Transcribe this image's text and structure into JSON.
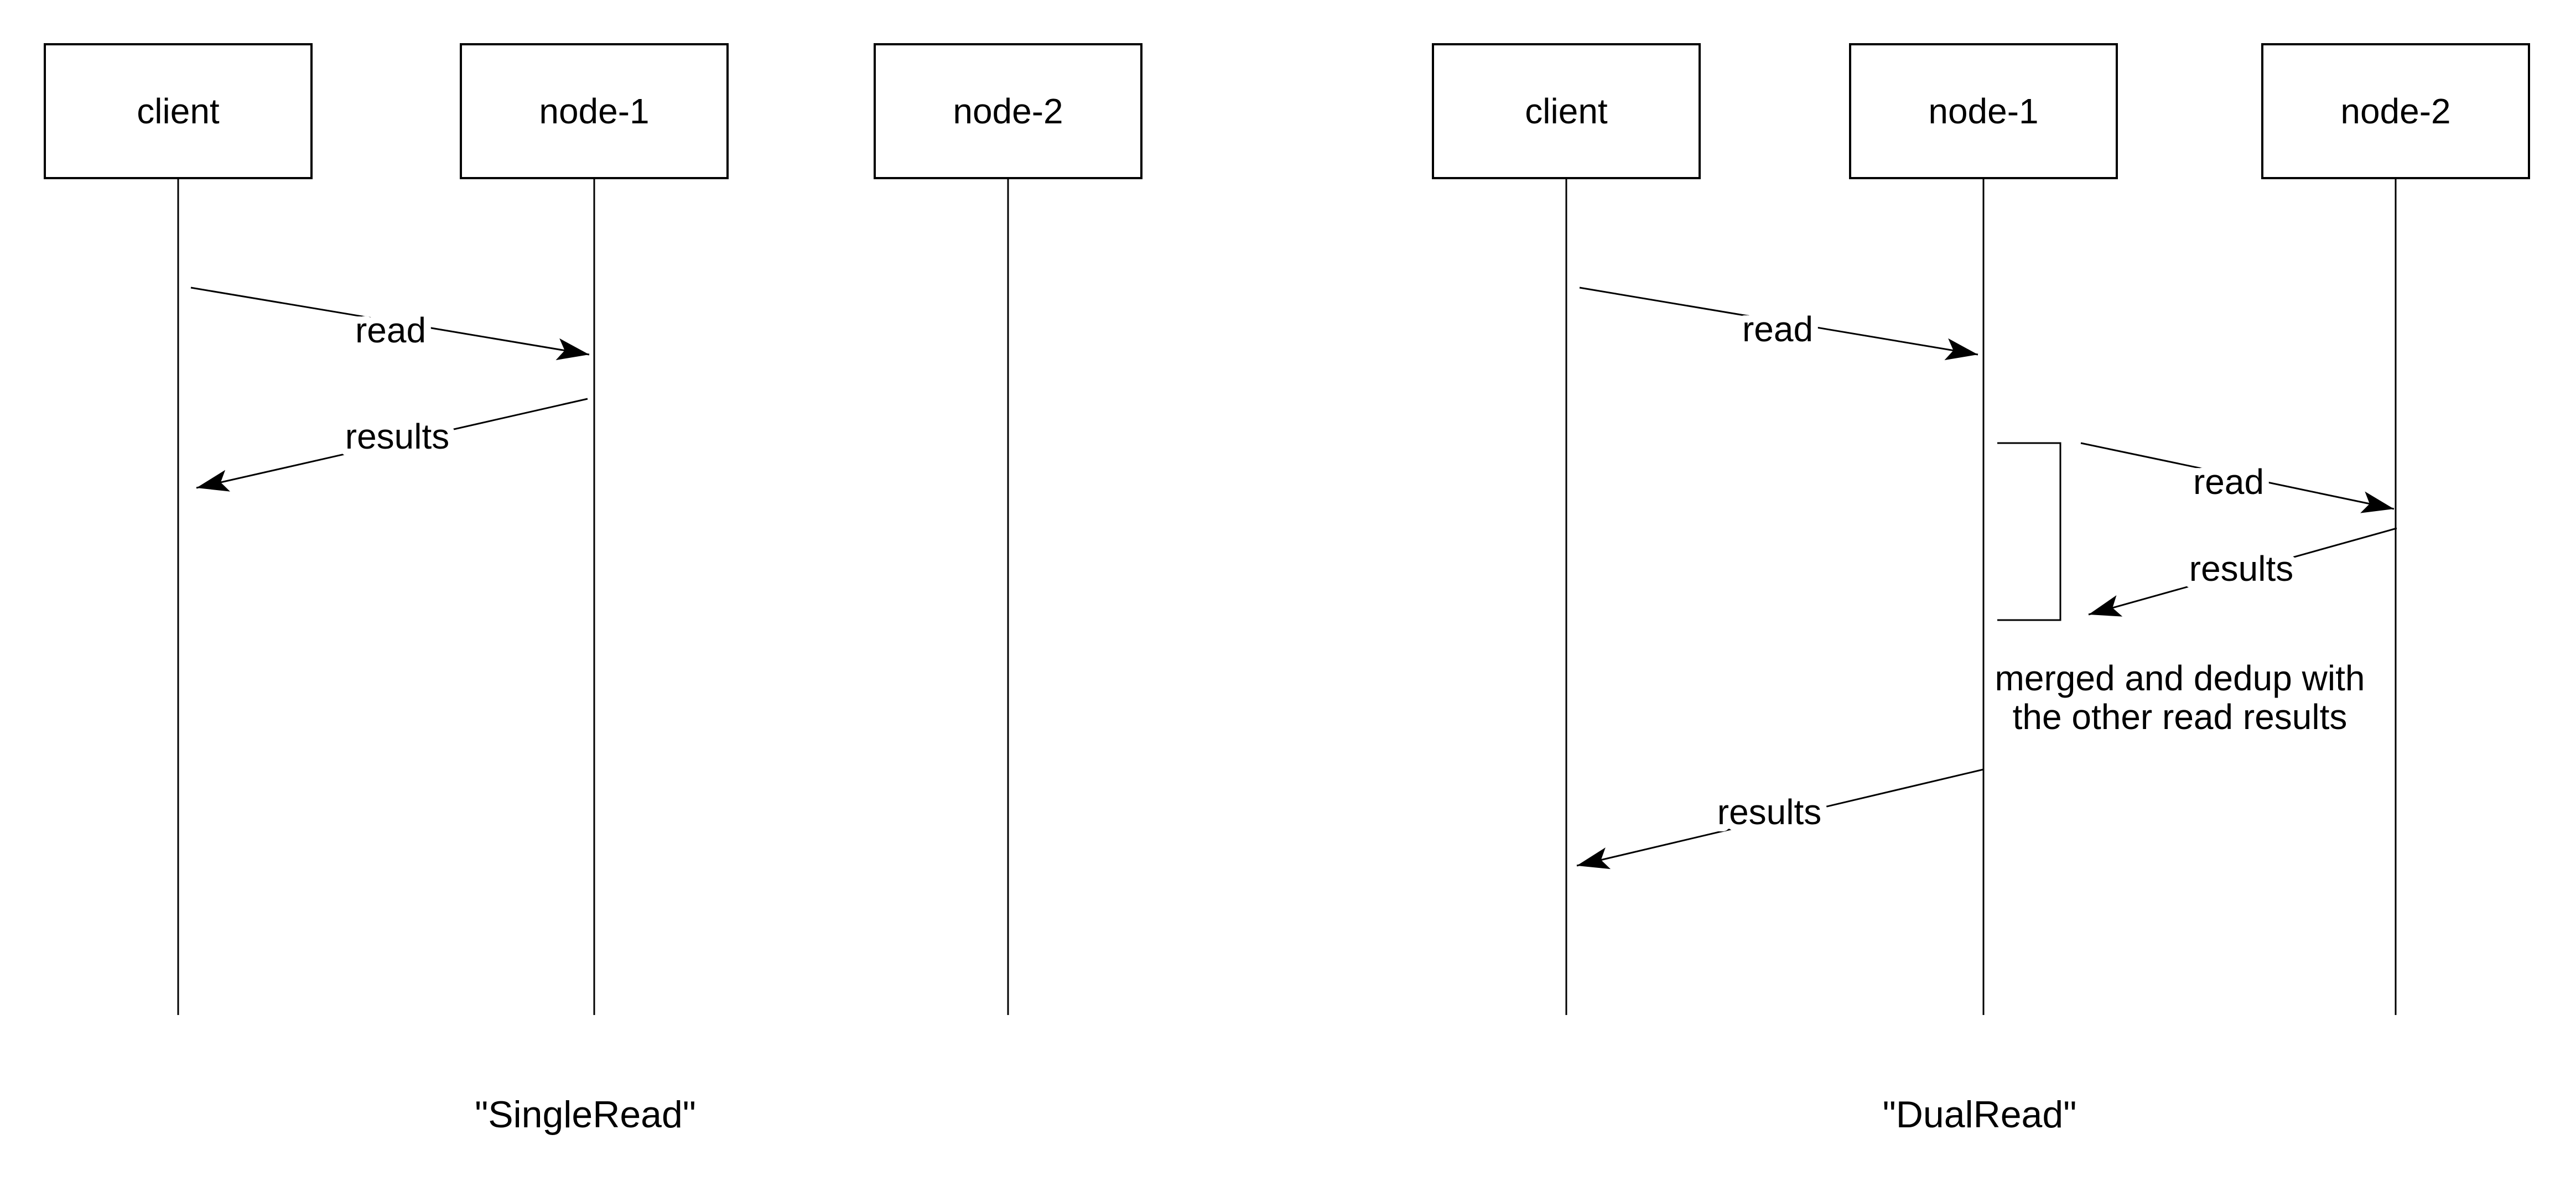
{
  "colors": {
    "ink": "#000000",
    "background": "#ffffff"
  },
  "diagrams": [
    {
      "caption": "\"SingleRead\"",
      "actors": [
        {
          "label": "client"
        },
        {
          "label": "node-1"
        },
        {
          "label": "node-2"
        }
      ],
      "messages": [
        {
          "label": "read",
          "from": "client",
          "to": "node-1"
        },
        {
          "label": "results",
          "from": "node-1",
          "to": "client"
        }
      ]
    },
    {
      "caption": "\"DualRead\"",
      "actors": [
        {
          "label": "client"
        },
        {
          "label": "node-1"
        },
        {
          "label": "node-2"
        }
      ],
      "messages": [
        {
          "label": "read",
          "from": "client",
          "to": "node-1"
        },
        {
          "label": "read",
          "from": "node-1",
          "to": "node-2"
        },
        {
          "label": "results",
          "from": "node-2",
          "to": "node-1"
        },
        {
          "label": "results",
          "from": "node-1",
          "to": "client"
        }
      ],
      "note": {
        "line1": "merged and dedup with",
        "line2": "the other read results"
      }
    }
  ]
}
